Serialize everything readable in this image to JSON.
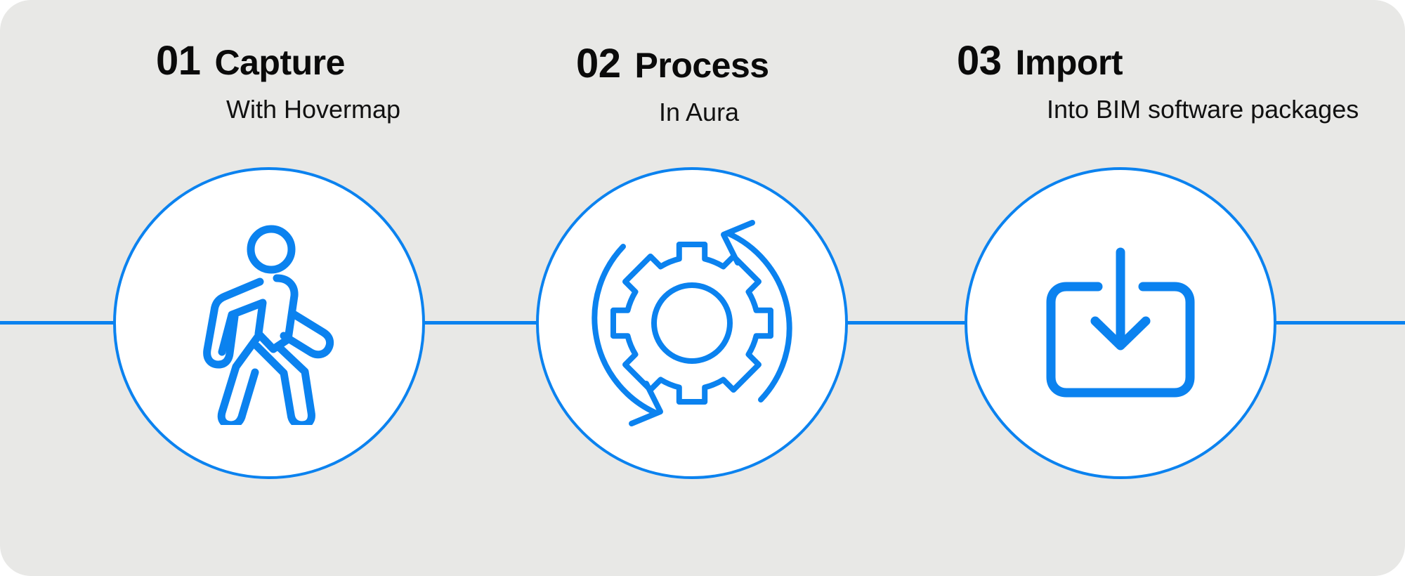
{
  "theme": {
    "background": "#e8e8e6",
    "page_background": "#ffffff",
    "accent": "#0b82ef",
    "text": "#0a0a0a",
    "circle_fill": "#ffffff"
  },
  "diagram": {
    "type": "process-flow",
    "orientation": "horizontal",
    "step_count": 3,
    "connector_color": "#0b82ef"
  },
  "steps": [
    {
      "number": "01",
      "title": "Capture",
      "subtitle": "With Hovermap",
      "icon": "walking-person-icon"
    },
    {
      "number": "02",
      "title": "Process",
      "subtitle": "In Aura",
      "icon": "gear-refresh-icon"
    },
    {
      "number": "03",
      "title": "Import",
      "subtitle": "Into BIM software packages",
      "icon": "download-import-icon"
    }
  ]
}
